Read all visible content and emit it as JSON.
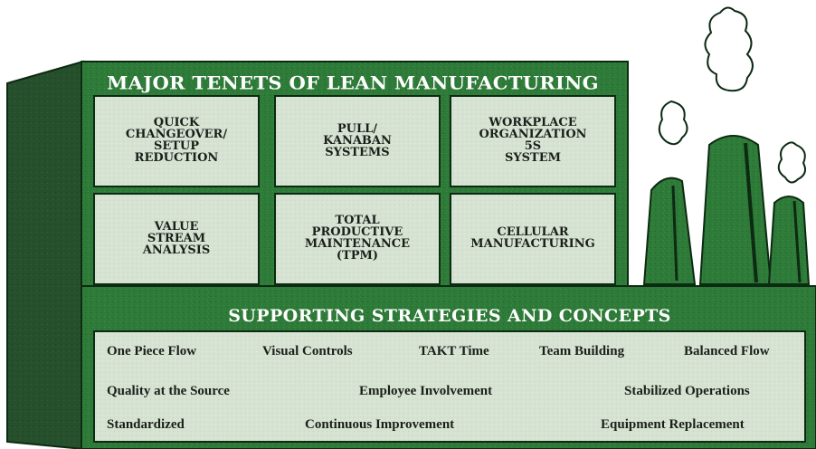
{
  "title": "MAJOR TENETS OF LEAN MANUFACTURING",
  "tenets": [
    "QUICK\nCHANGEOVER/\nSETUP\nREDUCTION",
    "PULL/\nKANABAN\nSYSTEMS",
    "WORKPLACE\nORGANIZATION\n5S\nSYSTEM",
    "VALUE\nSTREAM\nANALYSIS",
    "TOTAL\nPRODUCTIVE\nMAINTENANCE\n(TPM)",
    "CELLULAR\nMANUFACTURING"
  ],
  "subtitle": "SUPPORTING STRATEGIES AND CONCEPTS",
  "strategies": {
    "row1": [
      "One Piece Flow",
      "Visual Controls",
      "TAKT Time",
      "Team Building",
      "Balanced Flow"
    ],
    "row2": [
      "Quality at the Source",
      "Employee Involvement",
      "Stabilized Operations"
    ],
    "row3": [
      "Standardized",
      "Continuous Improvement",
      "Equipment Replacement"
    ]
  },
  "colors": {
    "green": "#2f7d3a",
    "dark_green": "#1f5a28",
    "side": "#244f2a",
    "panel": "#d7e4d3",
    "outline": "#0d2a12"
  }
}
